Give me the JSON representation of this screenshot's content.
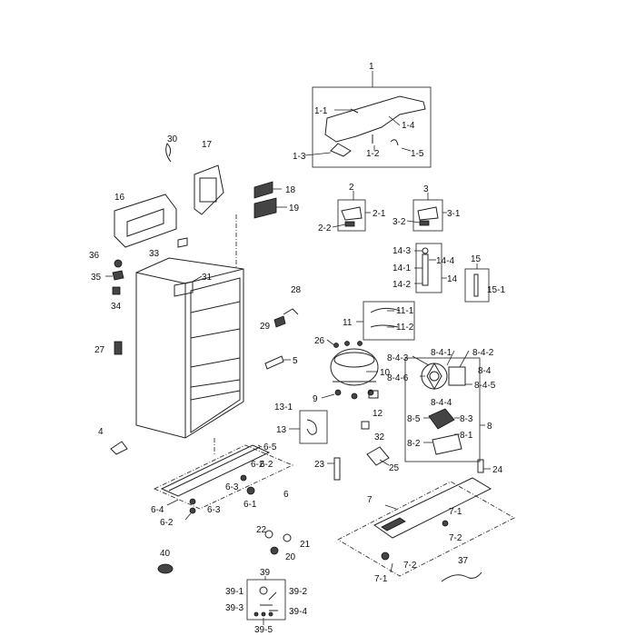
{
  "labels": [
    "1",
    "1-1",
    "1-4",
    "1-3",
    "1-2",
    "1-5",
    "2",
    "2-1",
    "2-2",
    "3",
    "3-1",
    "3-2",
    "14-3",
    "14-4",
    "14-1",
    "14-2",
    "14",
    "15",
    "15-1",
    "11",
    "11-1",
    "11-2",
    "26",
    "10",
    "9",
    "12",
    "32",
    "8-4-3",
    "8-4-1",
    "8-4-2",
    "8-4",
    "8-4-6",
    "8-4-5",
    "8-4-4",
    "8-3",
    "8-5",
    "8",
    "8-1",
    "8-2",
    "30",
    "17",
    "16",
    "18",
    "19",
    "33",
    "31",
    "36",
    "35",
    "34",
    "28",
    "29",
    "27",
    "5",
    "13-1",
    "13",
    "23",
    "25",
    "24",
    "4",
    "6-5",
    "6-2",
    "6-2",
    "6-3",
    "6",
    "6-4",
    "6-3",
    "6-1",
    "6-2",
    "7",
    "7-1",
    "7-2",
    "7-2",
    "7-1",
    "22",
    "21",
    "20",
    "40",
    "37",
    "39",
    "39-1",
    "39-2",
    "39-3",
    "39-4",
    "39-5"
  ]
}
